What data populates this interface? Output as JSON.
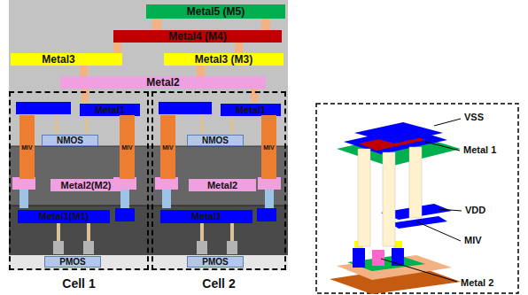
{
  "diagram": {
    "nodes": [
      {
        "text": [
          "Metal5 (M5)"
        ]
      },
      {
        "text": [
          "Metal4 (M4)"
        ]
      },
      {
        "text": [
          "Metal3"
        ]
      },
      {
        "text": [
          "Metal3 (M3)"
        ]
      },
      {
        "text": [
          "Metal2"
        ]
      },
      {
        "text": [
          "Cell 1"
        ]
      },
      {
        "text": [
          "Metal1"
        ],
        "in": 5
      },
      {
        "text": [
          "NMOS"
        ],
        "in": 5
      },
      {
        "text": [
          "MIV"
        ],
        "in": 5
      },
      {
        "text": [
          "MIV"
        ],
        "in": 5
      },
      {
        "text": [
          "Metal2(M2)"
        ],
        "in": 5
      },
      {
        "text": [
          "Metal1(M1)"
        ],
        "in": 5
      },
      {
        "text": [
          "PMOS"
        ],
        "in": 5
      },
      {
        "text": [
          "Cell 2"
        ]
      },
      {
        "text": [
          "Metal1"
        ],
        "in": 13
      },
      {
        "text": [
          "NMOS"
        ],
        "in": 13
      },
      {
        "text": [
          "MIV"
        ],
        "in": 13
      },
      {
        "text": [
          "MIV"
        ],
        "in": 13
      },
      {
        "text": [
          "Metal2"
        ],
        "in": 13
      },
      {
        "text": [
          "Metal1"
        ],
        "in": 13
      },
      {
        "text": [
          "PMOS"
        ],
        "in": 13
      }
    ],
    "labels": [
      "VSS",
      "Metal 1",
      "VDD",
      "MIV",
      "Metal 2"
    ]
  }
}
